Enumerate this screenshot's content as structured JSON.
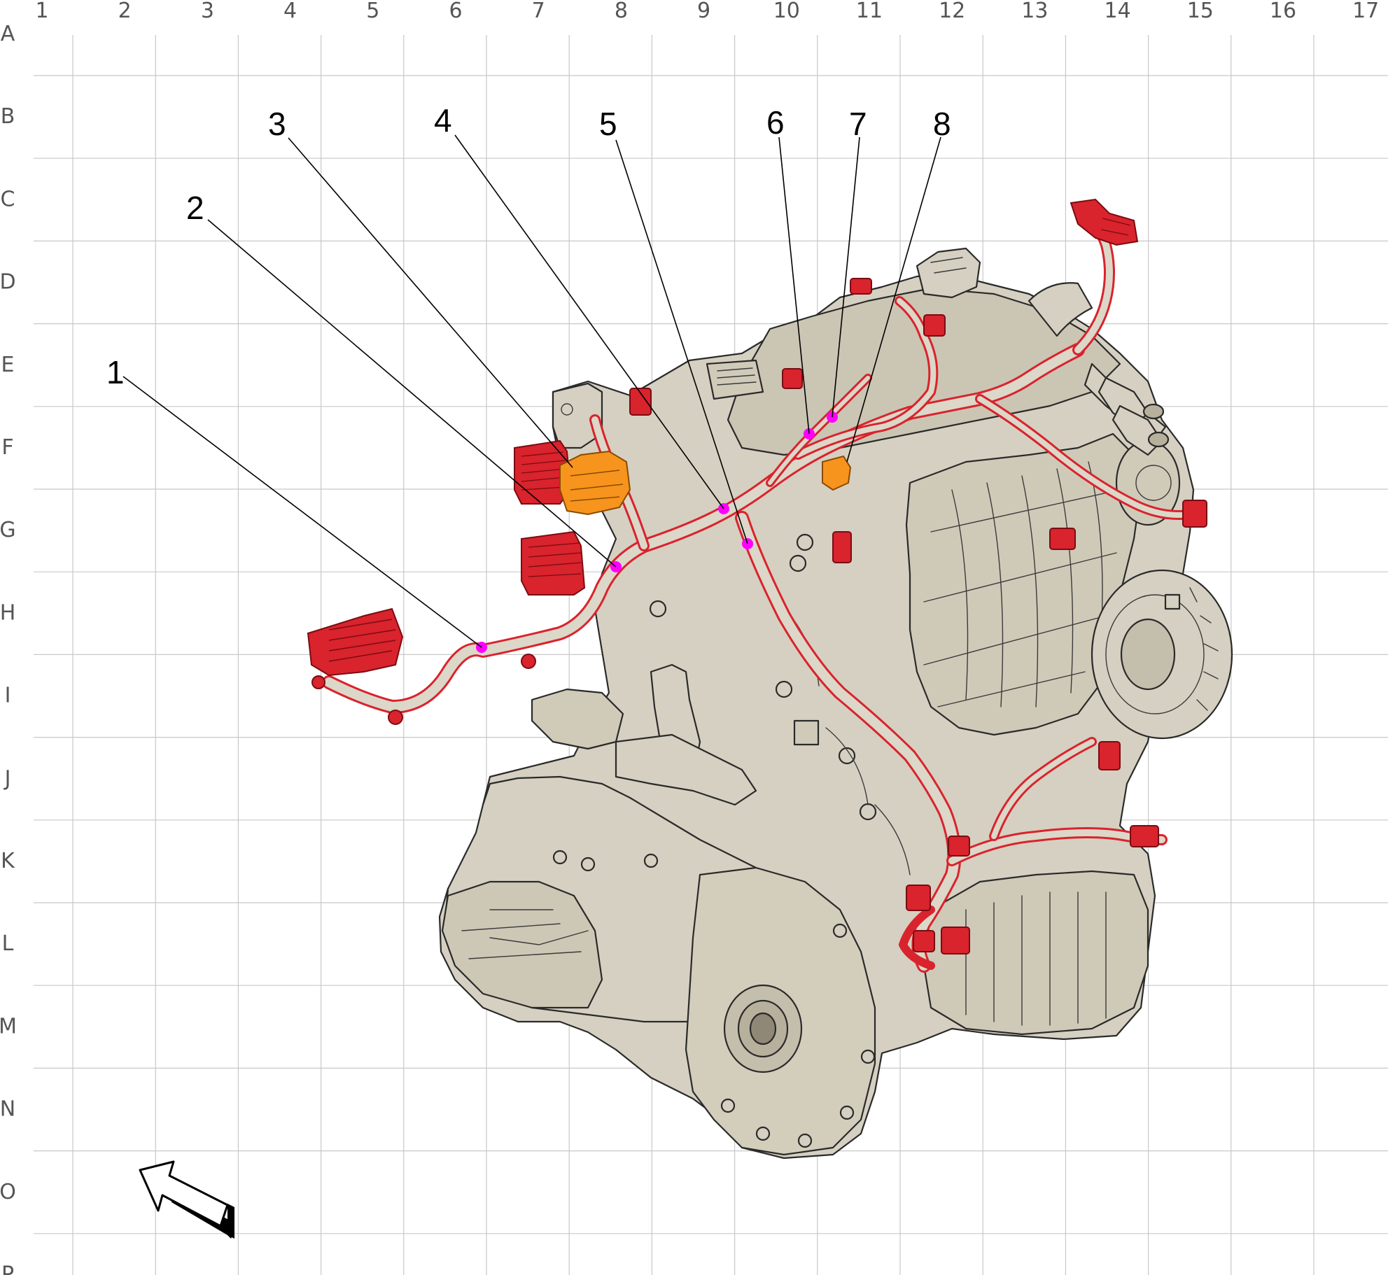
{
  "grid": {
    "columns": [
      "1",
      "2",
      "3",
      "4",
      "5",
      "6",
      "7",
      "8",
      "9",
      "10",
      "11",
      "12",
      "13",
      "14",
      "15",
      "16",
      "17"
    ],
    "rows": [
      "A",
      "B",
      "C",
      "D",
      "E",
      "F",
      "G",
      "H",
      "I",
      "J",
      "K",
      "L",
      "M",
      "N",
      "O",
      "P"
    ]
  },
  "callouts": [
    {
      "label": "1"
    },
    {
      "label": "2"
    },
    {
      "label": "3"
    },
    {
      "label": "4"
    },
    {
      "label": "5"
    },
    {
      "label": "6"
    },
    {
      "label": "7"
    },
    {
      "label": "8"
    }
  ],
  "colors": {
    "engine_fill": "#d5d0c1",
    "engine_shade": "#c4beac",
    "harness_red": "#d9232d",
    "harness_fill": "#dcd7c8",
    "highlight_orange": "#f7941d",
    "point_magenta": "#ff00ff",
    "grid_line": "#c8c8c8"
  },
  "icons": {
    "view_direction": "view-direction-arrow-icon"
  }
}
